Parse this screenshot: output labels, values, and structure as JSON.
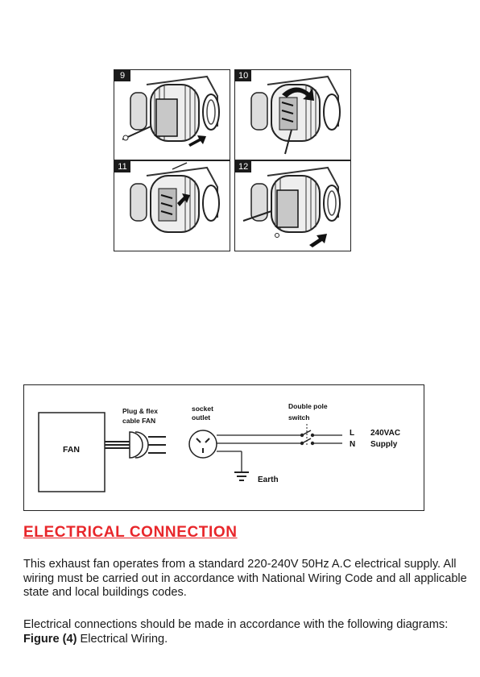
{
  "installation_steps": [
    {
      "number": "9"
    },
    {
      "number": "10"
    },
    {
      "number": "11"
    },
    {
      "number": "12"
    }
  ],
  "wiring_diagram": {
    "fan_label": "FAN",
    "plug_label_line1": "Plug & flex",
    "plug_label_line2": "cable FAN",
    "socket_label_line1": "socket",
    "socket_label_line2": "outlet",
    "switch_label_line1": "Double pole",
    "switch_label_line2": "switch",
    "line_label": "L",
    "neutral_label": "N",
    "voltage_label": "240VAC",
    "supply_label": "Supply",
    "earth_label": "Earth"
  },
  "section": {
    "heading": "ELECTRICAL CONNECTION",
    "paragraph1": "This exhaust fan operates from a standard 220-240V 50Hz A.C electrical supply. All wiring must be carried out in accordance with National Wiring Code and all applicable state and local buildings codes.",
    "paragraph2_prefix": "Electrical connections should be made in accordance with the following diagrams:",
    "figure_ref": "Figure (4)",
    "paragraph2_suffix": "Electrical Wiring."
  },
  "colors": {
    "heading": "#e8262a",
    "text": "#1a1a1a"
  }
}
